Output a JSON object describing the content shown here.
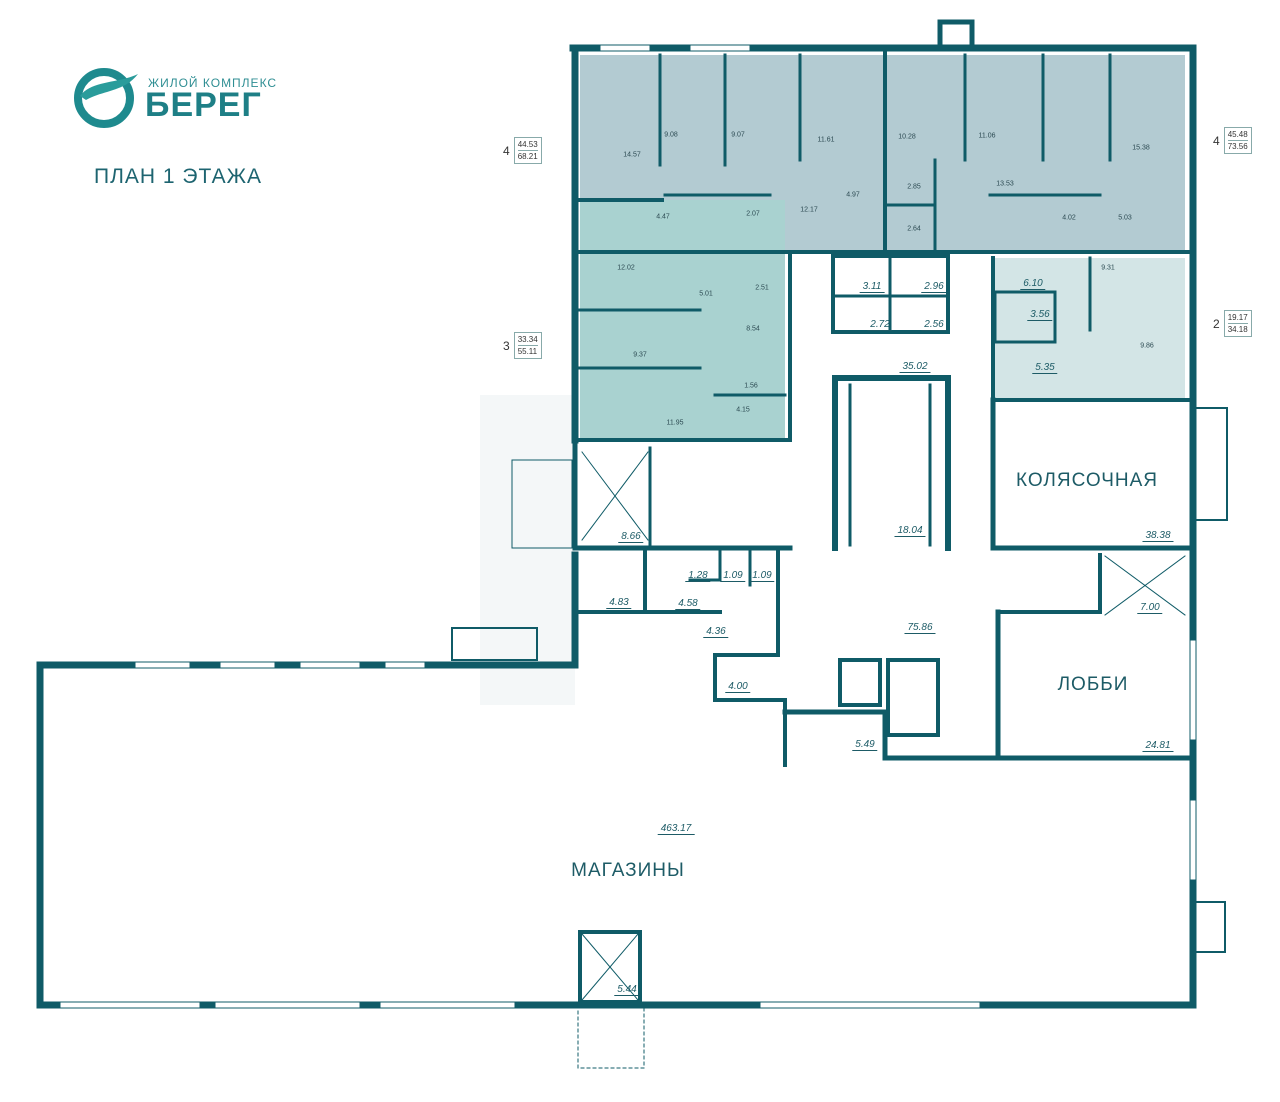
{
  "logo": {
    "subtitle": "ЖИЛОЙ КОМПЛЕКС",
    "name": "БЕРЕГ"
  },
  "title": "ПЛАН 1 ЭТАЖА",
  "colors": {
    "wall": "#0f5b67",
    "apt4": "#b3cbd2",
    "apt3": "#a9d2d0",
    "apt2": "#d3e5e6",
    "brand": "#1e7f86"
  },
  "apartments": [
    {
      "rooms": "4",
      "living": "44.53",
      "total": "68.21"
    },
    {
      "rooms": "4",
      "living": "45.48",
      "total": "73.56"
    },
    {
      "rooms": "3",
      "living": "33.34",
      "total": "55.11"
    },
    {
      "rooms": "2",
      "living": "19.17",
      "total": "34.18"
    }
  ],
  "apt_rooms": [
    "14.57",
    "9.08",
    "9.07",
    "11.61",
    "4.47",
    "2.07",
    "12.17",
    "4.97",
    "10.28",
    "11.06",
    "15.38",
    "2.85",
    "2.64",
    "13.53",
    "4.02",
    "5.03",
    "12.02",
    "5.01",
    "2.51",
    "8.54",
    "9.37",
    "11.95",
    "1.56",
    "4.15",
    "9.31",
    "9.86"
  ],
  "common_rooms": [
    "3.11",
    "2.96",
    "2.72",
    "2.56",
    "35.02",
    "18.04",
    "8.66",
    "38.38",
    "7.00",
    "75.86",
    "24.81",
    "5.49",
    "4.83",
    "4.58",
    "1.28",
    "1.09",
    "1.09",
    "4.36",
    "4.00",
    "463.17",
    "5.44",
    "6.10",
    "3.56",
    "5.35"
  ],
  "named_rooms": {
    "stroller": "КОЛЯСОЧНАЯ",
    "lobby": "ЛОББИ",
    "shops": "МАГАЗИНЫ"
  }
}
